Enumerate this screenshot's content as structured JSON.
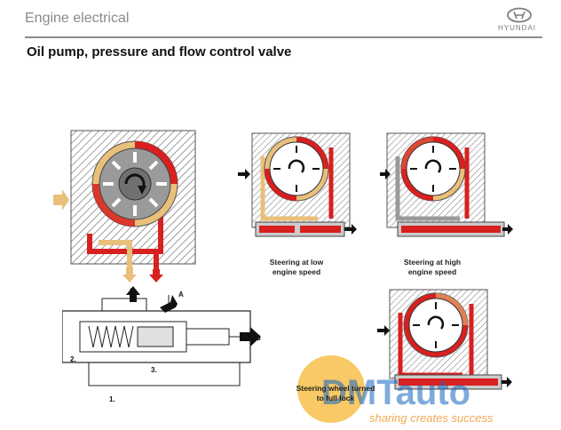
{
  "header": {
    "section": "Engine electrical",
    "logo_text": "HYUNDAI"
  },
  "slide": {
    "title": "Oil pump, pressure and flow control valve"
  },
  "captions": {
    "low_speed": [
      "Steering at low",
      "engine speed"
    ],
    "high_speed": [
      "Steering at high",
      "engine speed"
    ],
    "full_lock": [
      "Steering wheel turned",
      "to full lock"
    ]
  },
  "valve_labels": {
    "a": "A",
    "b": "B",
    "c": "C",
    "l1": "1.",
    "l2": "2.",
    "l3": "3."
  },
  "watermark": {
    "brand": "DMTauto",
    "tagline": "sharing creates success"
  },
  "colors": {
    "pressure_red": "#d7201f",
    "flow_tan": "#e8c07a",
    "housing_gray": "#9a9a9a",
    "watermark_orange": "#f08a1c"
  }
}
